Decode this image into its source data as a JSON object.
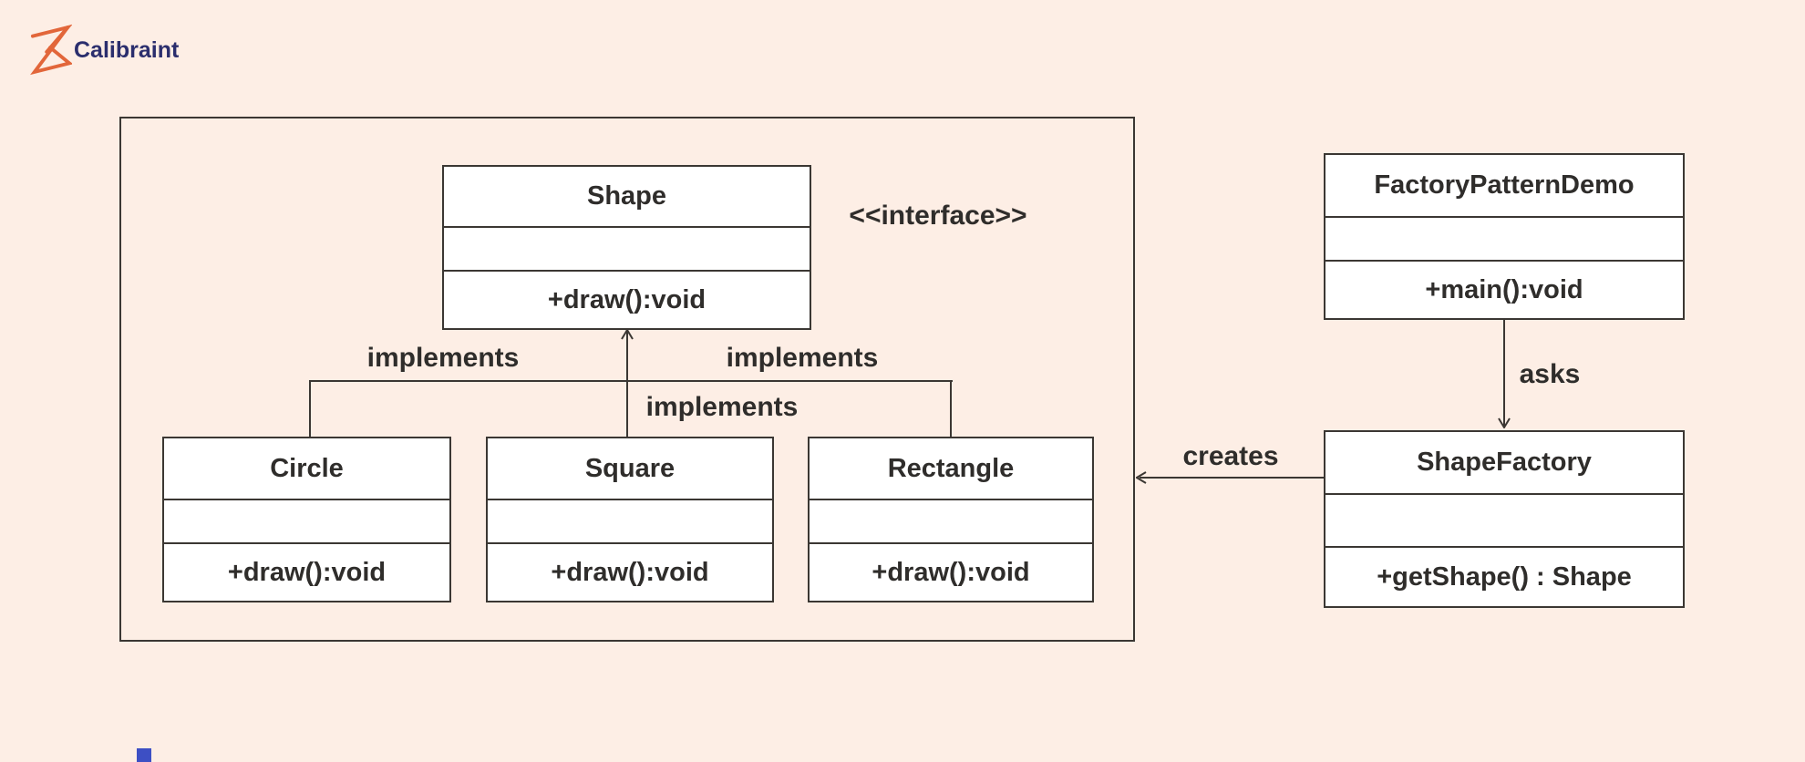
{
  "logo": {
    "text": "Calibraint",
    "icon": "calibraint-zigzag-icon",
    "icon_color": "#e2663a",
    "text_color": "#2b2e6d"
  },
  "page": {
    "background_color": "#fdeee5",
    "line_color": "#3b3733",
    "box_fill_color": "#ffffff",
    "text_color": "#2f2d2b",
    "badge_color": "#3d4fc4"
  },
  "diagram": {
    "stereotype": "<<interface>>",
    "classes": {
      "shape": {
        "name": "Shape",
        "attributes": " ",
        "methods": "+draw():void"
      },
      "circle": {
        "name": "Circle",
        "attributes": " ",
        "methods": "+draw():void"
      },
      "square": {
        "name": "Square",
        "attributes": " ",
        "methods": "+draw():void"
      },
      "rectangle": {
        "name": "Rectangle",
        "attributes": " ",
        "methods": "+draw():void"
      },
      "demo": {
        "name": "FactoryPatternDemo",
        "attributes": " ",
        "methods": "+main():void"
      },
      "factory": {
        "name": "ShapeFactory",
        "attributes": " ",
        "methods": "+getShape() : Shape"
      }
    },
    "labels": {
      "implements_left": "implements",
      "implements_center": "implements",
      "implements_right": "implements",
      "asks": "asks",
      "creates": "creates"
    }
  }
}
